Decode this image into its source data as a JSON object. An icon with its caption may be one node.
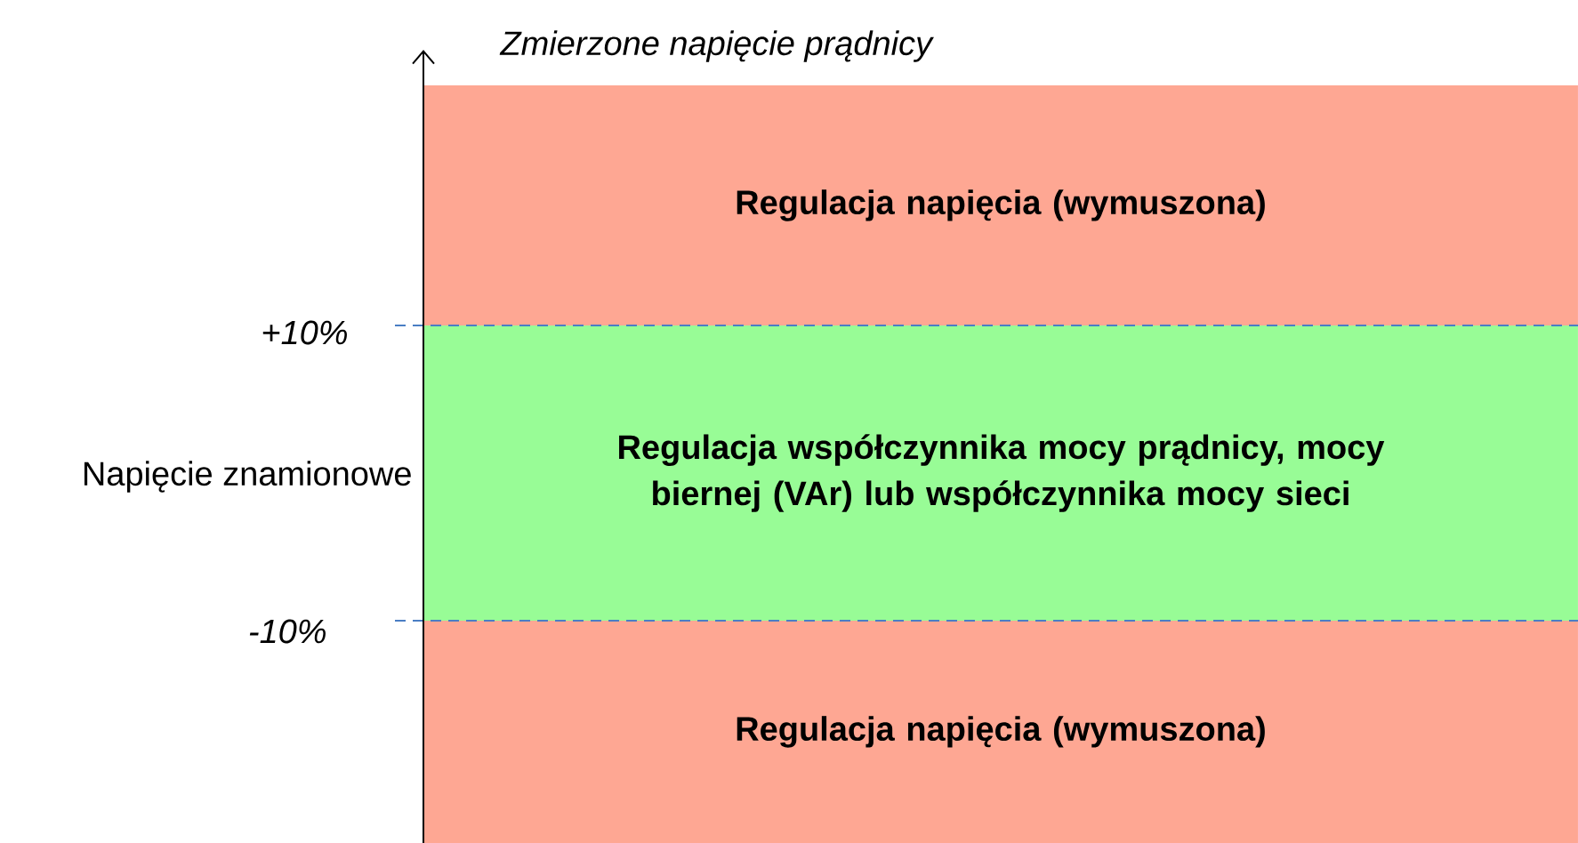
{
  "diagram": {
    "nodes": [
      {
        "text": [
          "Regulacja napięcia (wymuszona)"
        ]
      },
      {
        "text": [
          "Regulacja współczynnika mocy prądnicy, mocy biernej (VAr) lub współczynnika mocy sieci"
        ]
      },
      {
        "text": [
          "Regulacja napięcia (wymuszona)"
        ]
      }
    ],
    "labels": [
      "Zmierzone napięcie prądnicy",
      "+10%",
      "Napięcie znamionowe",
      "-10%"
    ]
  }
}
